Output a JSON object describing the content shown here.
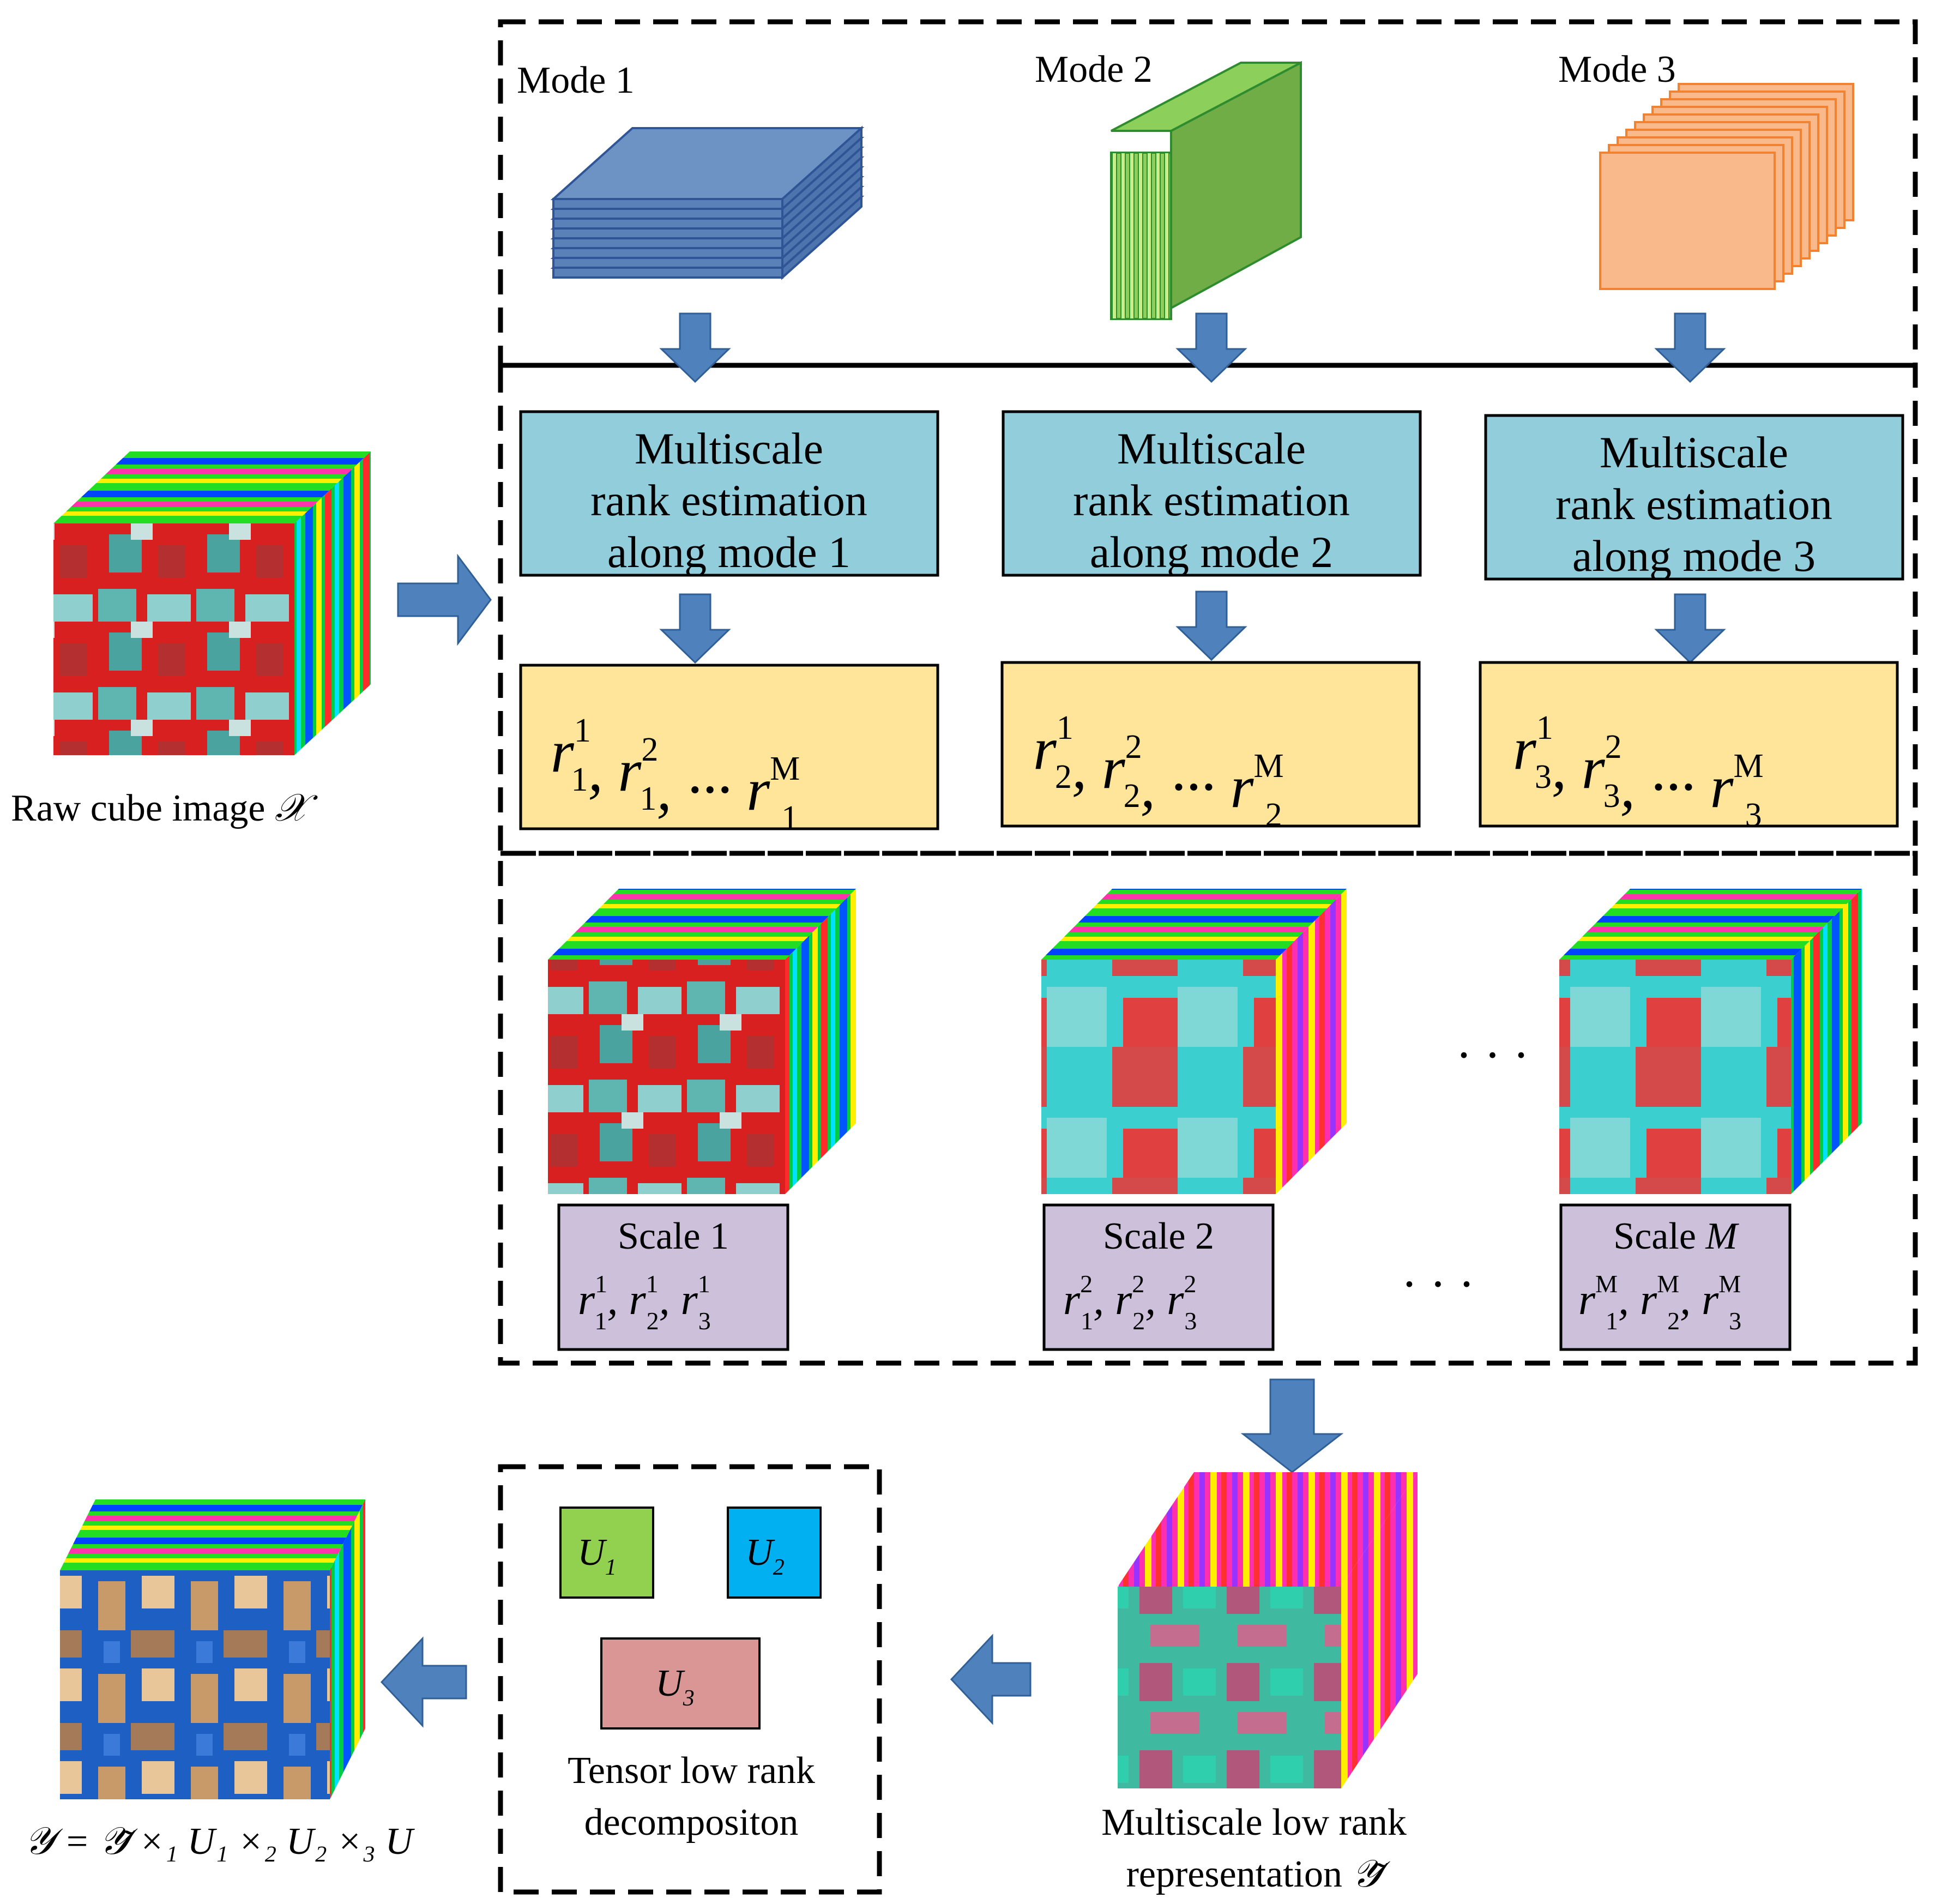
{
  "modes": [
    {
      "label": "Mode  1"
    },
    {
      "label": "Mode  2"
    },
    {
      "label": "Mode 3"
    }
  ],
  "estimation_boxes": [
    {
      "line1": "Multiscale",
      "line2": "rank estimation",
      "line3": "along mode 1"
    },
    {
      "line1": "Multiscale",
      "line2": "rank estimation",
      "line3": "along mode 2"
    },
    {
      "line1": "Multiscale",
      "line2": "rank estimation",
      "line3": "along mode 3"
    }
  ],
  "rank_sequences": [
    {
      "base": "r",
      "sub": "1",
      "sups": [
        "1",
        "2",
        "M"
      ]
    },
    {
      "base": "r",
      "sub": "2",
      "sups": [
        "1",
        "2",
        "M"
      ]
    },
    {
      "base": "r",
      "sub": "3",
      "sups": [
        "1",
        "2",
        "M"
      ]
    }
  ],
  "raw_cube": {
    "label": "Raw cube  image",
    "symbol": "𝒳"
  },
  "scales": [
    {
      "title": "Scale 1",
      "title_sym": "",
      "sup": "1"
    },
    {
      "title": "Scale 2",
      "title_sym": "",
      "sup": "2"
    },
    {
      "title": "Scale",
      "title_sym": "M",
      "sup": "M"
    }
  ],
  "ellipsis": "· · ·",
  "factors": [
    {
      "base": "U",
      "sub": "1",
      "color": "#92d050"
    },
    {
      "base": "U",
      "sub": "2",
      "color": "#00b0f0"
    },
    {
      "base": "U",
      "sub": "3",
      "color": "#d99694"
    }
  ],
  "decomposition": {
    "line1": "Tensor low rank",
    "line2": "decompositon"
  },
  "representation": {
    "line1": "Multiscale low rank",
    "line2": "representation",
    "symbol": "𝒴̃"
  },
  "output_formula": {
    "text": "𝒴 = 𝒴̃ ×₁ U₁ ×₂ U₂ ×₃ U"
  },
  "colors": {
    "mode1": "#6d93c5",
    "mode2": "#70ad47",
    "mode2_stripe": "#92d050",
    "mode3": "#f9b98a",
    "mode3_edge": "#f08232",
    "estimation_box": "#92cddc",
    "rank_box": "#ffe599",
    "scale_box": "#ccc0da",
    "arrow": "#4f81bd"
  }
}
